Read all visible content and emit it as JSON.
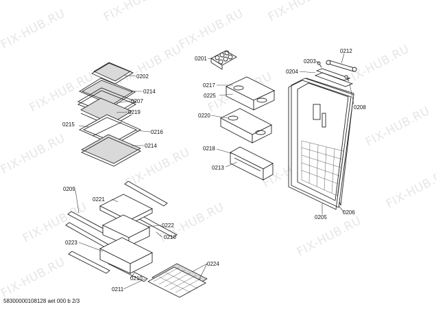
{
  "watermark": "FIX-HUB.RU",
  "footer": "58300000108128 aet 000 b 2/3",
  "labels": {
    "p0201": "0201",
    "p0202": "0202",
    "p0203": "0203",
    "p0204": "0204",
    "p0205": "0205",
    "p0206": "0206",
    "p0207": "0207",
    "p0208": "0208",
    "p0209": "0209",
    "p0210a": "0210",
    "p0210b": "0210",
    "p0211": "0211",
    "p0212": "0212",
    "p0213": "0213",
    "p0214a": "0214",
    "p0214b": "0214",
    "p0215": "0215",
    "p0216": "0216",
    "p0217": "0217",
    "p0218": "0218",
    "p0219": "0219",
    "p0220": "0220",
    "p0221": "0221",
    "p0222": "0222",
    "p0223": "0223",
    "p0224": "0224",
    "p0225": "0225"
  }
}
